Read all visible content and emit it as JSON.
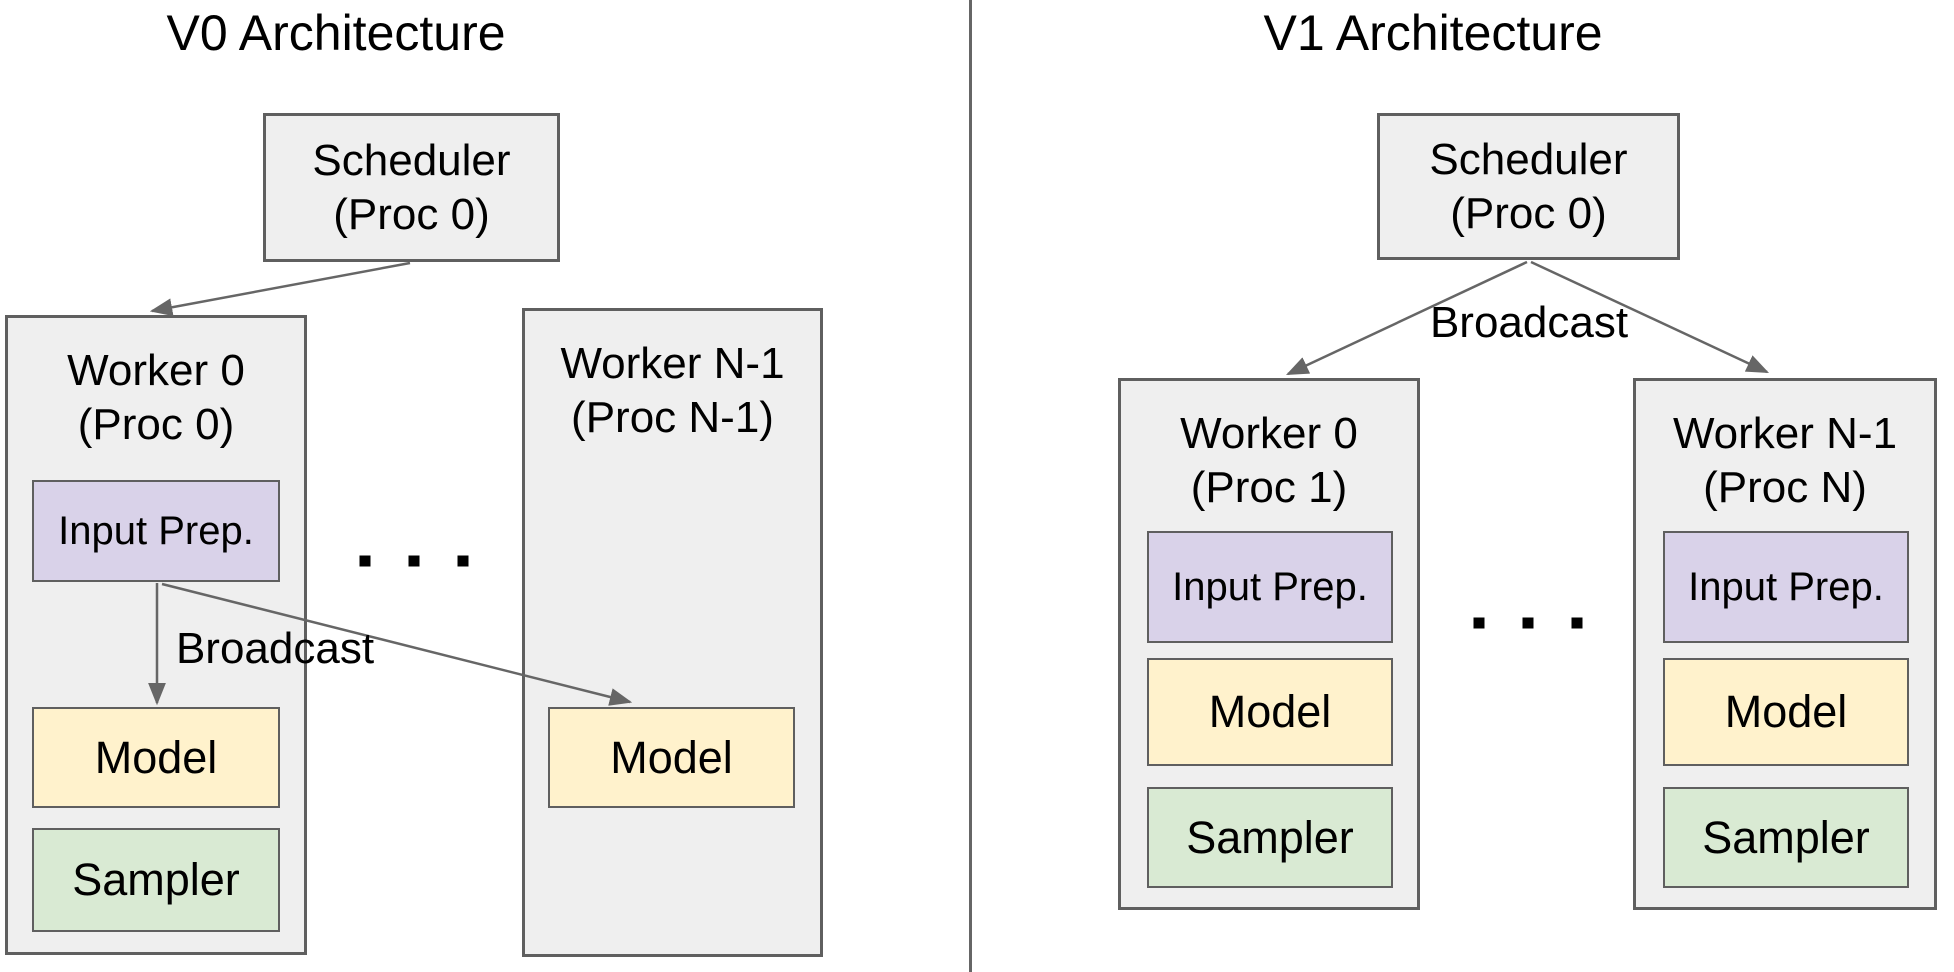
{
  "colors": {
    "page_bg": "#ffffff",
    "container_fill": "#efefef",
    "container_border": "#5f5f5f",
    "input_prep_fill": "#d9d2e9",
    "model_fill": "#fff2cc",
    "sampler_fill": "#d9ead3",
    "arrow": "#666666",
    "divider": "#666666",
    "text": "#000000"
  },
  "icons": {
    "ellipsis": "horizontal-dots"
  },
  "v0": {
    "title": "V0 Architecture",
    "scheduler": {
      "name": "Scheduler",
      "proc": "(Proc 0)"
    },
    "broadcast_label": "Broadcast",
    "worker0": {
      "name": "Worker 0",
      "proc": "(Proc 0)",
      "input_prep_label": "Input Prep.",
      "model_label": "Model",
      "sampler_label": "Sampler"
    },
    "workerN": {
      "name": "Worker N-1",
      "proc": "(Proc N-1)",
      "model_label": "Model"
    }
  },
  "v1": {
    "title": "V1 Architecture",
    "scheduler": {
      "name": "Scheduler",
      "proc": "(Proc 0)"
    },
    "broadcast_label": "Broadcast",
    "worker0": {
      "name": "Worker 0",
      "proc": "(Proc 1)",
      "input_prep_label": "Input Prep.",
      "model_label": "Model",
      "sampler_label": "Sampler"
    },
    "workerN": {
      "name": "Worker N-1",
      "proc": "(Proc N)",
      "input_prep_label": "Input Prep.",
      "model_label": "Model",
      "sampler_label": "Sampler"
    }
  }
}
